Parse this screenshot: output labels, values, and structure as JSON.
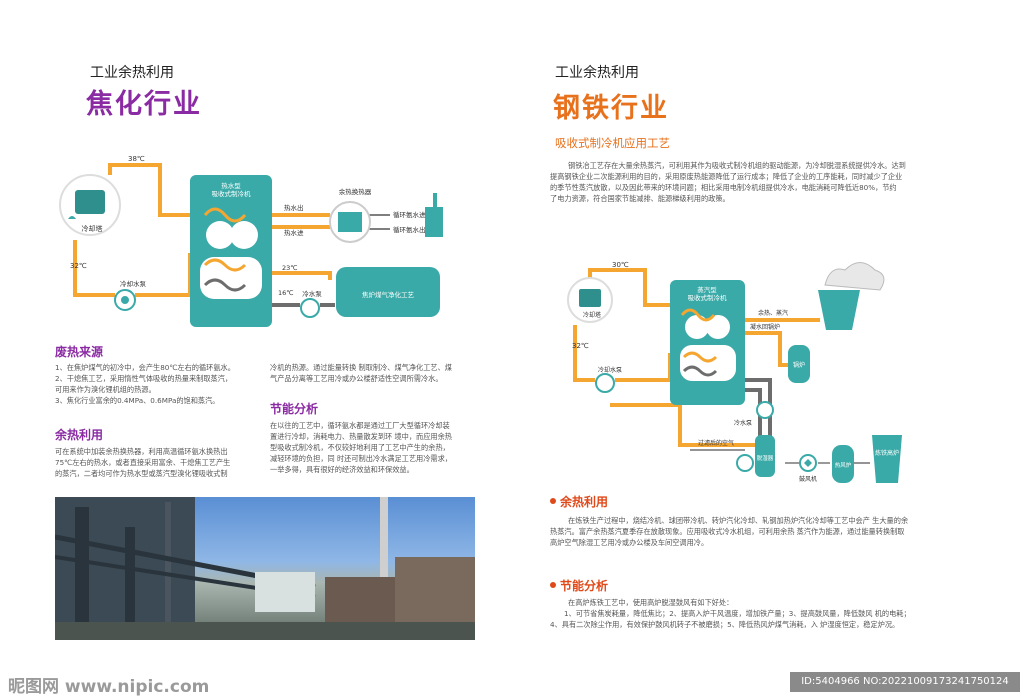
{
  "left": {
    "subtitle": "工业余热利用",
    "title": "焦化行业",
    "title_color": "#8b2ba3",
    "diagram": {
      "temp_top": "38℃",
      "temp_left": "32℃",
      "cooling_tower": "冷却塔",
      "cooling_pump": "冷却水泵",
      "chiller_line1": "热水型",
      "chiller_line2": "吸收式制冷机",
      "hot_water_out": "热水出",
      "hot_water_in": "热水进",
      "heat_exchanger": "余热换热器",
      "ammonia_in": "循环氨水进",
      "ammonia_out": "循环氨水出",
      "temp_23": "23℃",
      "temp_16": "16℃",
      "chilled_pump": "冷水泵",
      "gas_purify": "焦炉煤气净化工艺"
    },
    "sec1_title": "废热来源",
    "sec1_lines": [
      "1、在焦炉煤气的初冷中，会产生80℃左右的循环氨水。",
      "2、干熄焦工艺，采用惰性气体吸收的热量来制取蒸汽，",
      "可用来作为溴化锂机组的热源。",
      "3、焦化行业富余的0.4MPa、0.6MPa的饱和蒸汽。"
    ],
    "sec2_title": "余热利用",
    "sec2_lines": [
      "可在系统中加装余热换热器，利用高温循环氨水换热出",
      "75℃左右的热水，或者直接采用富余、干熄焦工艺产生",
      "的蒸汽，二者均可作为热水型或蒸汽型溴化锂吸收式制"
    ],
    "col2_lines": [
      "冷机的热源。通过能量转换 制取制冷、煤气净化工艺、煤",
      "气产品分离等工艺用冷或办公楼舒适性空调所需冷水。"
    ],
    "sec3_title": "节能分析",
    "sec3_lines": [
      "在以往的工艺中，循环氨水都是通过工厂大型循环冷却装",
      "置进行冷却，消耗电力、热量散发到环 境中，而应用余热",
      "型吸收式制冷机，不仅较好地利用了工艺中产生的余热，",
      "减轻环境的负担，同 时还可制出冷水满足工艺用冷需求，",
      "一举多得，具有很好的经济效益和环保效益。"
    ]
  },
  "right": {
    "subtitle": "工业余热利用",
    "title": "钢铁行业",
    "title_color": "#e8711c",
    "section_heading": "吸收式制冷机应用工艺",
    "intro_lines": [
      "钢铁冶工艺存在大量余热蒸汽，可利用其作为吸收式制冷机组的驱动能源，为冷却脱湿系统提供冷水。达到",
      "提高钢铁企业二次能源利用的目的，采用原废热能源降低了运行成本；降低了企业的工序能耗，同时减少了企业",
      "的季节性蒸汽放散，以及因此带来的环境问题；相比采用电制冷机组提供冷水，电能消耗可降低近80%，节约",
      "了电力资源，符合国家节能减排、能源梯级利用的政策。"
    ],
    "diagram": {
      "temp_top": "30℃",
      "temp_left": "32℃",
      "cooling_tower": "冷却塔",
      "cooling_pump": "冷却水泵",
      "chiller_line1": "蒸汽型",
      "chiller_line2": "吸收式制冷机",
      "steam": "余热、蒸汽",
      "condensate": "凝水回锅炉",
      "boiler": "锅炉",
      "chilled_pump": "冷水泵",
      "filtered_air": "过滤后的空气",
      "dehumidifier": "脱湿器",
      "blower": "鼓风机",
      "hot_stove": "热风炉",
      "blast_furnace": "炼铁高炉"
    },
    "sec1_title": "余热利用",
    "sec1_lines": [
      "在炼铁生产过程中，烧结冷机、球团带冷机、转炉汽化冷却、轧钢加热炉汽化冷却等工艺中会产 生大量的余",
      "热蒸汽。富产余热蒸汽夏季存在放散现象。应用吸收式冷水机组，可利用余热 蒸汽作为能源，通过能量转换制取",
      "高炉空气除湿工艺用冷或办公楼及车间空调用冷。"
    ],
    "sec2_title": "节能分析",
    "sec2_lines": [
      "在高炉炼铁工艺中，使用高炉脱湿鼓风有如下好处：",
      "1、可节省焦炭耗量，降低焦比；2、提高入炉干风温度，增加铁产量；3、提高鼓风量，降低鼓风 机的电耗；",
      "4、具有二次除尘作用，有效保护鼓风机转子不被磨损；5、降低热风炉煤气消耗，入 炉湿度恒定，稳定炉况。"
    ],
    "bullet_color": "#e04a1a"
  },
  "footer": {
    "watermark": "昵图网 www.nipic.com",
    "id_text": "ID:5404966 NO:20221009173241750124"
  },
  "colors": {
    "teal": "#3aaaa8",
    "orange": "#f5a630",
    "gray_pipe": "#6d6d6d"
  }
}
